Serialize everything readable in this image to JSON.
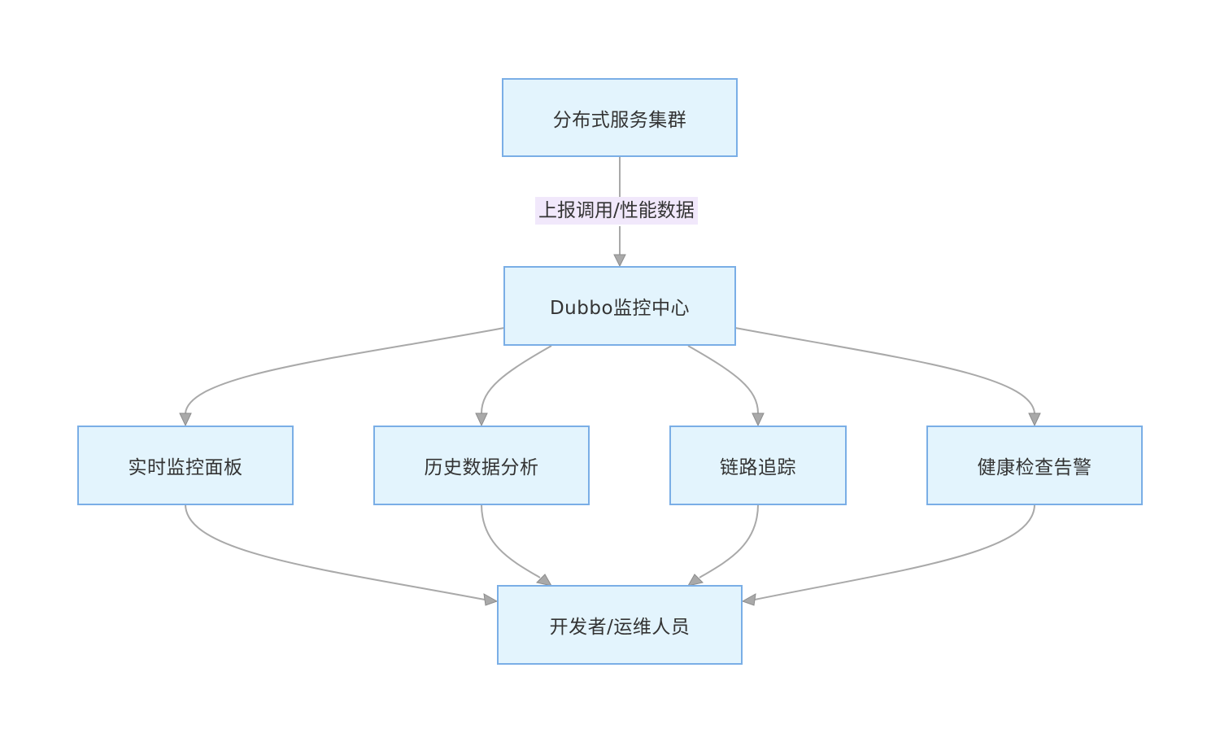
{
  "nodes": {
    "cluster": "分布式服务集群",
    "monitor": "Dubbo监控中心",
    "realtime": "实时监控面板",
    "history": "历史数据分析",
    "trace": "链路追踪",
    "health": "健康检查告警",
    "users": "开发者/运维人员"
  },
  "edge_labels": {
    "report": "上报调用/性能数据"
  },
  "colors": {
    "node_fill": "#e3f4fd",
    "node_border": "#7aaee6",
    "edge": "#a9a9a9",
    "label_bg": "#f1e8fb"
  }
}
